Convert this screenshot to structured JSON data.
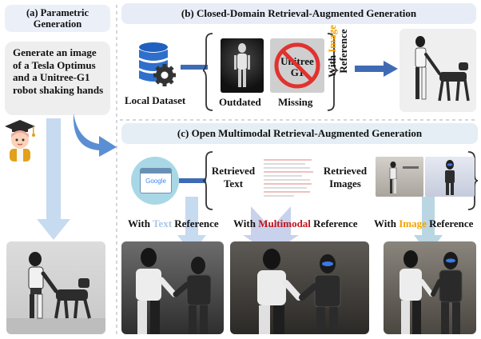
{
  "colors": {
    "panel_header_fill": "#ebf0f8",
    "arrow_blue": "#3f6bb5",
    "light_arrow": "#c6daf0",
    "accent_text": "#a9c5e6",
    "accent_multimodal": "#c0141c",
    "accent_image": "#f5a200",
    "unavailable_mark": "#e0332f"
  },
  "panel_a": {
    "title": "(a) Parametric Generation",
    "prompt": "Generate an image of a Tesla Optimus and a Unitree-G1 robot shaking hands"
  },
  "panel_b": {
    "title": "(b) Closed-Domain Retrieval-Augmented Generation",
    "local_dataset": "Local Dataset",
    "outdated": "Outdated",
    "missing": "Missing",
    "missing_badge_line1": "Unitree",
    "missing_badge_line2": "G1",
    "with_label": "With",
    "image_word": "Image",
    "reference_word": "Reference"
  },
  "panel_c": {
    "title": "(c) Open Multimodal Retrieval-Augmented Generation",
    "search_logo": "Google",
    "retrieved_text": "Retrieved Text",
    "retrieved_images": "Retrieved Images",
    "with_label": "With",
    "reference_word": "Reference",
    "text_word": "Text",
    "multimodal_word": "Multimodal",
    "image_word": "Image"
  }
}
